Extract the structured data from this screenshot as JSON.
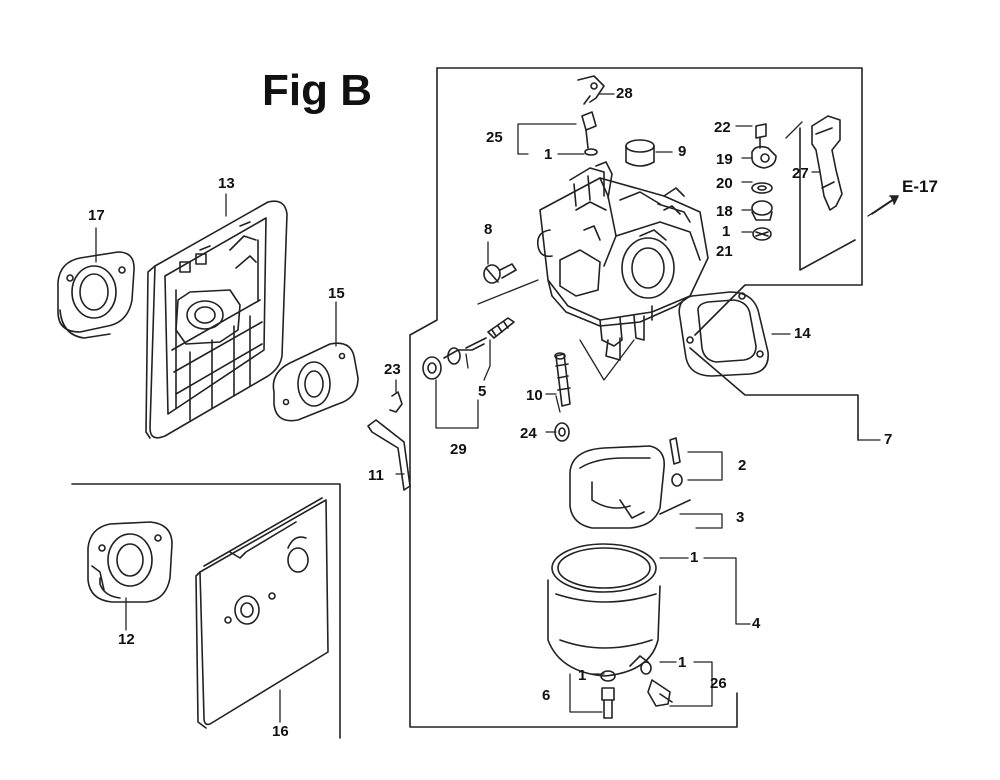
{
  "figure": {
    "title": "Fig B",
    "reference_label": "E-17"
  },
  "callouts": {
    "c1a": "1",
    "c1b": "1",
    "c1c": "1",
    "c1d": "1",
    "c1e": "1",
    "c2": "2",
    "c3": "3",
    "c4": "4",
    "c5": "5",
    "c6": "6",
    "c7": "7",
    "c8": "8",
    "c9": "9",
    "c10": "10",
    "c11": "11",
    "c12": "12",
    "c13": "13",
    "c14": "14",
    "c15": "15",
    "c16": "16",
    "c17": "17",
    "c18": "18",
    "c19": "19",
    "c20": "20",
    "c21": "21",
    "c22": "22",
    "c23": "23",
    "c24": "24",
    "c25": "25",
    "c26": "26",
    "c27": "27",
    "c28": "28",
    "c29": "29"
  }
}
